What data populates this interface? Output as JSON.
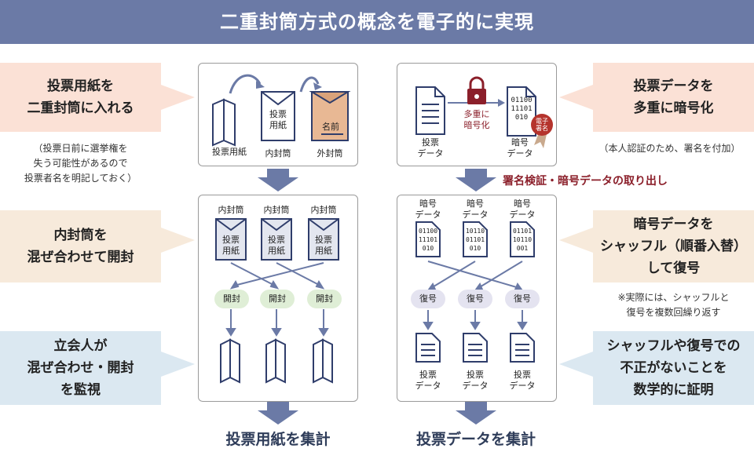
{
  "title": "二重封筒方式の概念を電子的に実現",
  "left_callouts": [
    {
      "text": "投票用紙を\n二重封筒に入れる",
      "note": "（投票日前に選挙権を\n失う可能性があるので\n投票者名を明記しておく）"
    },
    {
      "text": "内封筒を\n混ぜ合わせて開封"
    },
    {
      "text": "立会人が\n混ぜ合わせ・開封\nを監視"
    }
  ],
  "right_callouts": [
    {
      "text": "投票データを\n多重に暗号化",
      "note": "（本人認証のため、署名を付加）"
    },
    {
      "text": "暗号データを\nシャッフル（順番入替）\nして復号",
      "note": "※実際には、シャッフルと\n復号を複数回繰り返す"
    },
    {
      "text": "シャッフルや復号での\n不正がないことを\n数学的に証明"
    }
  ],
  "paper_panel": {
    "top": {
      "ballot": "投票用紙",
      "inner": "内封筒",
      "outer": "外封筒",
      "inner_content": "投票\n用紙",
      "outer_content": "名前"
    },
    "mid": {
      "envelope_label": "内封筒",
      "envelope_content": "投票\n用紙",
      "open": "開封"
    }
  },
  "digital_panel": {
    "top": {
      "vote": "投票\nデータ",
      "lock": "多重に\n暗号化",
      "enc": "暗号\nデータ",
      "seal": "電子\n署名",
      "bits": "01100\n11101\n010"
    },
    "mid_note": "署名検証・暗号データの取り出し",
    "mid": {
      "enc_label": "暗号\nデータ",
      "bits": [
        "01100\n11101\n010",
        "10110\n01101\n010",
        "01101\n10110\n001"
      ],
      "decrypt": "復号",
      "vote": "投票\nデータ"
    }
  },
  "bottom": {
    "left": "投票用紙を集計",
    "right": "投票データを集計"
  }
}
